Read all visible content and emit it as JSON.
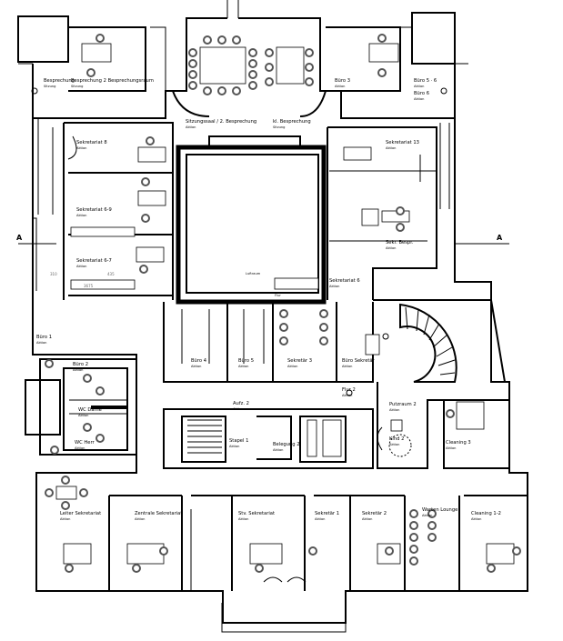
{
  "plan": {
    "section_marks": {
      "left": "A",
      "right": "A"
    },
    "dimensions": [
      "310",
      "435",
      "3675"
    ],
    "rooms": [
      {
        "id": "r1",
        "label": "Besprechung",
        "sub": "Sitzung"
      },
      {
        "id": "r2",
        "label": "Besprechung 2 Besprechungsraum",
        "sub": "Sitzung"
      },
      {
        "id": "r3",
        "label": "Sitzungssaal / 2. Besprechung",
        "sub": "Aktion"
      },
      {
        "id": "r4",
        "label": "kl. Besprechung",
        "sub": "Sitzung"
      },
      {
        "id": "r5",
        "label": "Büro 3",
        "sub": "Aktion"
      },
      {
        "id": "r6",
        "label": "Büro 5 · 6",
        "sub": "Aktion"
      },
      {
        "id": "r7",
        "label": "Büro 6",
        "sub": "Aktion"
      },
      {
        "id": "r8",
        "label": "Sekretariat 8",
        "sub": "Aktion"
      },
      {
        "id": "r9",
        "label": "Sekretariat 6-9",
        "sub": "Aktion"
      },
      {
        "id": "r10",
        "label": "Sekretariat 6-7",
        "sub": "Aktion"
      },
      {
        "id": "r11",
        "label": "Sekretariat 13",
        "sub": "Aktion"
      },
      {
        "id": "r12",
        "label": "Sekr. Bespr.",
        "sub": "Aktion"
      },
      {
        "id": "r13",
        "label": "Büro 1",
        "sub": "Aktion"
      },
      {
        "id": "r14",
        "label": "Sekretariat 6",
        "sub": "Aktion"
      },
      {
        "id": "r15",
        "label": "Büro 4",
        "sub": "Aktion"
      },
      {
        "id": "r16",
        "label": "Büro 5",
        "sub": "Aktion"
      },
      {
        "id": "r17",
        "label": "Sekretär 3",
        "sub": "Aktion"
      },
      {
        "id": "r18",
        "label": "Büro Sekretär",
        "sub": "Aktion"
      },
      {
        "id": "r19",
        "label": "Büro 2",
        "sub": "Aktion"
      },
      {
        "id": "r20",
        "label": "Leiter Sekretariat",
        "sub": "Aktion"
      },
      {
        "id": "r21",
        "label": "Zentrale Sekretariat",
        "sub": "Aktion"
      },
      {
        "id": "r22",
        "label": "Stv. Sekretariat",
        "sub": "Aktion"
      },
      {
        "id": "r23",
        "label": "Sekretär 1",
        "sub": "Aktion"
      },
      {
        "id": "r24",
        "label": "Sekretär 2",
        "sub": "Aktion"
      },
      {
        "id": "r25",
        "label": "Warten Lounge",
        "sub": "Aktion"
      },
      {
        "id": "r26",
        "label": "Cleaning 1-2",
        "sub": "Aktion"
      },
      {
        "id": "r27",
        "label": "Putzraum 2",
        "sub": "Aktion"
      },
      {
        "id": "r28",
        "label": "Cleaning 3",
        "sub": "Aktion"
      },
      {
        "id": "r29",
        "label": "Stapel 1",
        "sub": "Aktion"
      },
      {
        "id": "r30",
        "label": "Belegung 2",
        "sub": "Aktion"
      },
      {
        "id": "r31",
        "label": "WC Herr",
        "sub": "Aktion"
      },
      {
        "id": "r32",
        "label": "WC Dame",
        "sub": "Aktion"
      },
      {
        "id": "r33",
        "label": "Kind 2",
        "sub": "Aktion"
      },
      {
        "id": "r34",
        "label": "Aufz. 2",
        "sub": "Aktion"
      },
      {
        "id": "r35",
        "label": "Flur 2",
        "sub": "Aktion"
      }
    ],
    "notes": {
      "atrium": "Luftraum",
      "aside": "Flur"
    }
  }
}
